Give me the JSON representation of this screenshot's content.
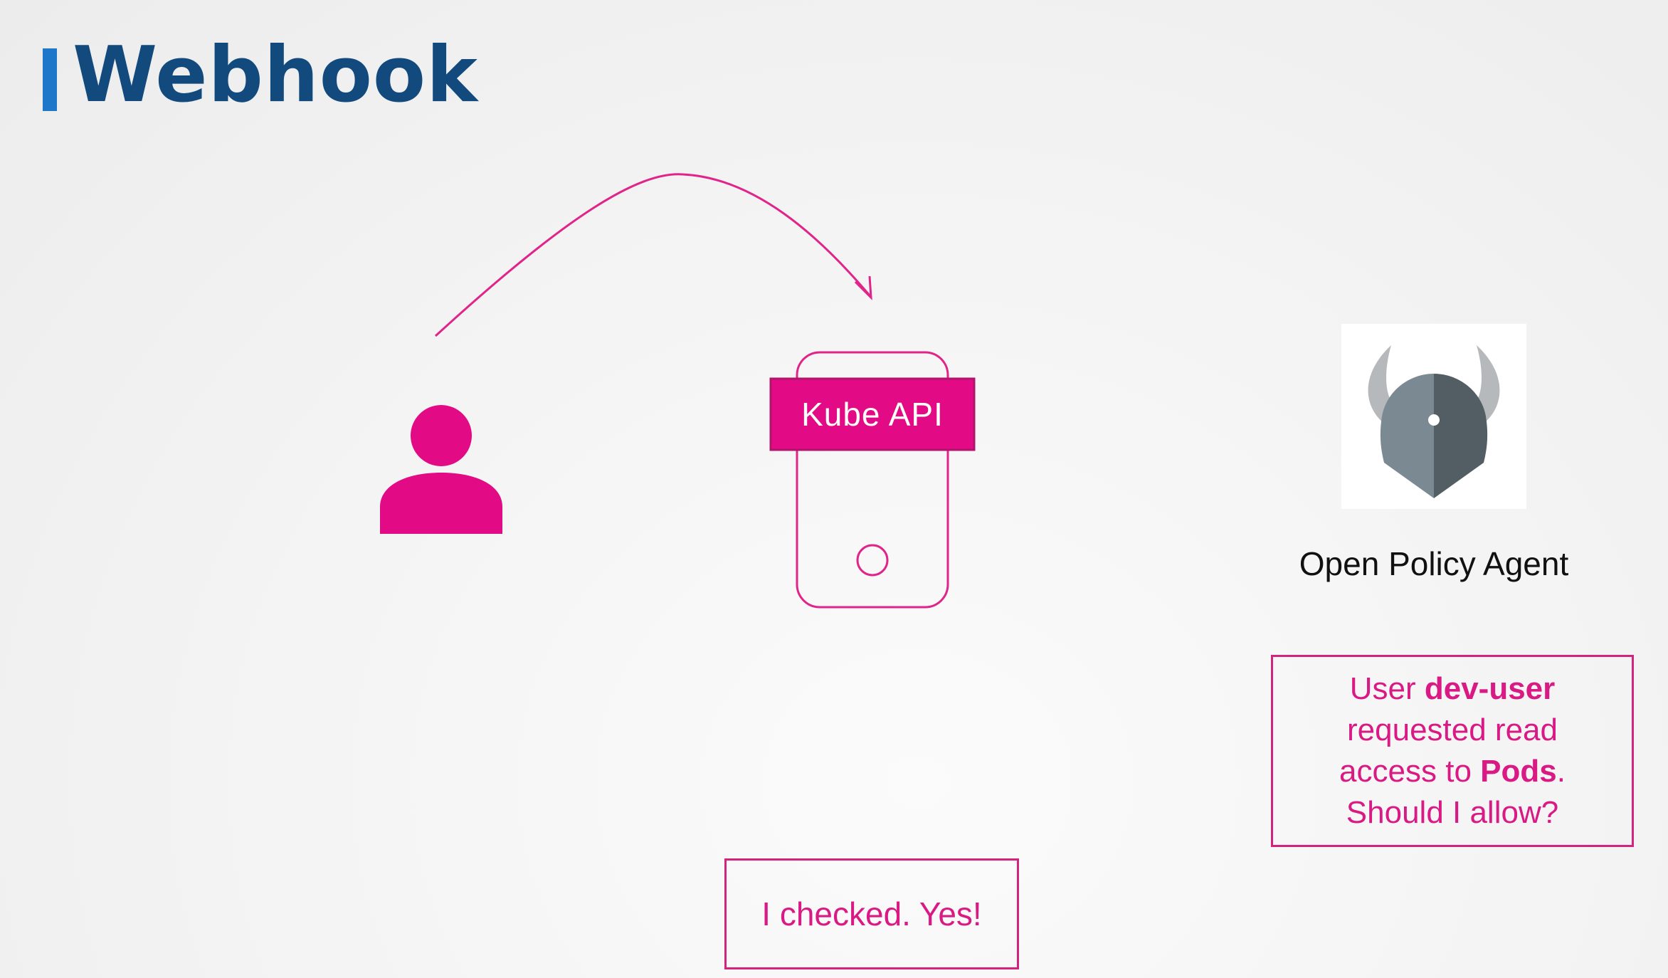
{
  "slide": {
    "title": "Webhook"
  },
  "kube_api": {
    "label": "Kube API"
  },
  "opa": {
    "label": "Open Policy Agent"
  },
  "question": {
    "part1": "User ",
    "user": "dev-user",
    "part2": "requested read",
    "part3": "access to ",
    "resource": "Pods",
    "part4": ".",
    "part5": "Should I allow?"
  },
  "answer": {
    "text": "I checked. Yes!"
  },
  "colors": {
    "accent": "#e20a85",
    "title": "#124a7e",
    "title_bar": "#1f77c9"
  }
}
